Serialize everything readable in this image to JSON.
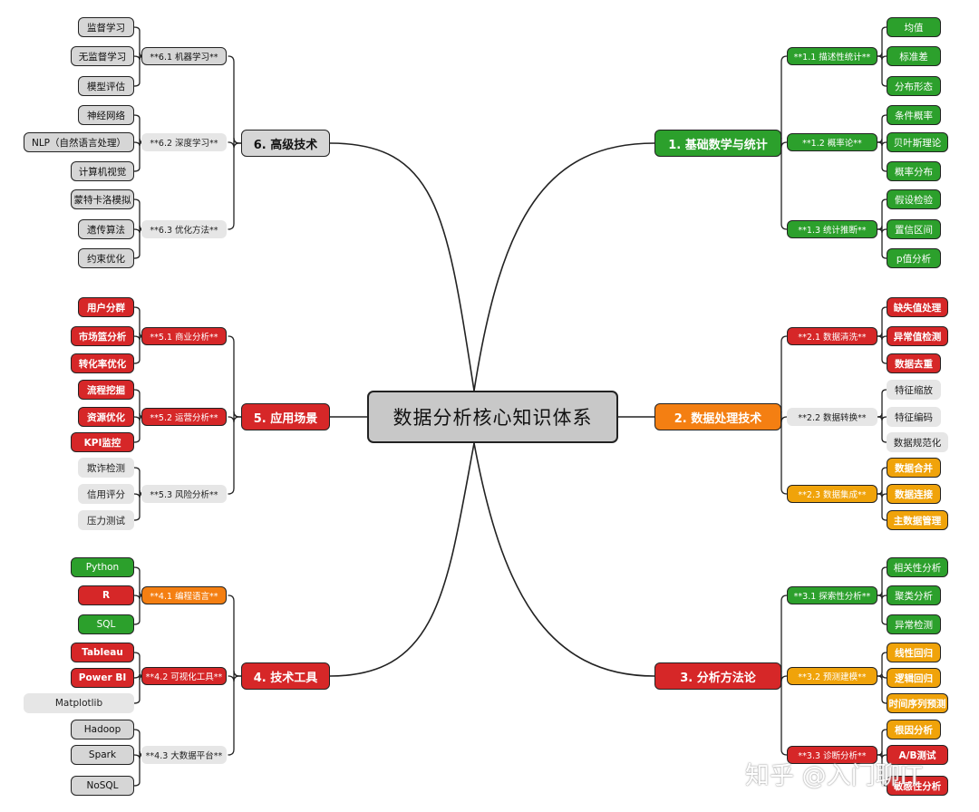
{
  "root": {
    "label": "数据分析核心知识体系"
  },
  "right": [
    {
      "label": "1. 基础数学与统计",
      "color": "green",
      "children": [
        {
          "label": "**1.1 描述性统计**",
          "color": "green",
          "leaves": [
            "均值",
            "标准差",
            "分布形态"
          ]
        },
        {
          "label": "**1.2 概率论**",
          "color": "green",
          "leaves": [
            "条件概率",
            "贝叶斯理论",
            "概率分布"
          ]
        },
        {
          "label": "**1.3 统计推断**",
          "color": "green",
          "leaves": [
            "假设检验",
            "置信区间",
            "p值分析"
          ]
        }
      ]
    },
    {
      "label": "2. 数据处理技术",
      "color": "orange",
      "children": [
        {
          "label": "**2.1 数据清洗**",
          "color": "red",
          "leaves": [
            "缺失值处理",
            "异常值检测",
            "数据去重"
          ]
        },
        {
          "label": "**2.2 数据转换**",
          "color": "lgray",
          "leaves": [
            "特征缩放",
            "特征编码",
            "数据规范化"
          ]
        },
        {
          "label": "**2.3 数据集成**",
          "color": "amber",
          "leaves": [
            "数据合并",
            "数据连接",
            "主数据管理"
          ]
        }
      ]
    },
    {
      "label": "3. 分析方法论",
      "color": "red",
      "children": [
        {
          "label": "**3.1 探索性分析**",
          "color": "green",
          "leaves": [
            "相关性分析",
            "聚类分析",
            "异常检测"
          ]
        },
        {
          "label": "**3.2 预测建模**",
          "color": "amber",
          "leaves": [
            "线性回归",
            "逻辑回归",
            "时间序列预测"
          ]
        },
        {
          "label": "**3.3 诊断分析**",
          "color": "red",
          "leaves": [
            "根因分析",
            "A/B测试",
            "敏感性分析"
          ]
        }
      ]
    }
  ],
  "left": [
    {
      "label": "6. 高级技术",
      "color": "gray",
      "children": [
        {
          "label": "**6.1 机器学习**",
          "color": "gray",
          "leaves": [
            "监督学习",
            "无监督学习",
            "模型评估"
          ]
        },
        {
          "label": "**6.2 深度学习**",
          "color": "lgray",
          "leaves": [
            "神经网络",
            "NLP（自然语言处理）",
            "计算机视觉"
          ]
        },
        {
          "label": "**6.3 优化方法**",
          "color": "lgray",
          "leaves": [
            "蒙特卡洛模拟",
            "遗传算法",
            "约束优化"
          ]
        }
      ]
    },
    {
      "label": "5. 应用场景",
      "color": "red",
      "children": [
        {
          "label": "**5.1 商业分析**",
          "color": "red",
          "leaves": [
            "用户分群",
            "市场篮分析",
            "转化率优化"
          ]
        },
        {
          "label": "**5.2 运营分析**",
          "color": "red",
          "leaves": [
            "流程挖掘",
            "资源优化",
            "KPI监控"
          ]
        },
        {
          "label": "**5.3 风险分析**",
          "color": "lgray",
          "leaves": [
            "欺诈检测",
            "信用评分",
            "压力测试"
          ]
        }
      ]
    },
    {
      "label": "4. 技术工具",
      "color": "red",
      "children": [
        {
          "label": "**4.1 编程语言**",
          "color": "orange",
          "leaves": [
            "Python",
            "R",
            "SQL"
          ]
        },
        {
          "label": "**4.2 可视化工具**",
          "color": "red",
          "leaves": [
            "Tableau",
            "Power BI",
            "Matplotlib"
          ]
        },
        {
          "label": "**4.3 大数据平台**",
          "color": "lgray",
          "leaves": [
            "Hadoop",
            "Spark",
            "NoSQL"
          ]
        }
      ]
    }
  ],
  "leaf_colors": {
    "right": [
      [
        "green",
        "green",
        "green"
      ],
      [
        "green",
        "green",
        "green"
      ],
      [
        "green",
        "green",
        "green"
      ],
      [
        "red",
        "red",
        "red"
      ],
      [
        "lgray",
        "lgray",
        "lgray"
      ],
      [
        "amber",
        "amber",
        "amber"
      ],
      [
        "green",
        "green",
        "green"
      ],
      [
        "amber",
        "amber",
        "amber"
      ],
      [
        "amber",
        "red",
        "red"
      ]
    ],
    "left": [
      [
        "gray",
        "gray",
        "gray"
      ],
      [
        "gray",
        "gray",
        "gray"
      ],
      [
        "gray",
        "gray",
        "gray"
      ],
      [
        "red",
        "red",
        "red"
      ],
      [
        "red",
        "red",
        "red"
      ],
      [
        "lgray",
        "lgray",
        "lgray"
      ],
      [
        "green",
        "red",
        "green"
      ],
      [
        "red",
        "red",
        "lgray"
      ],
      [
        "gray",
        "gray",
        "gray"
      ]
    ]
  },
  "watermark": "知乎 @入门聊IT"
}
